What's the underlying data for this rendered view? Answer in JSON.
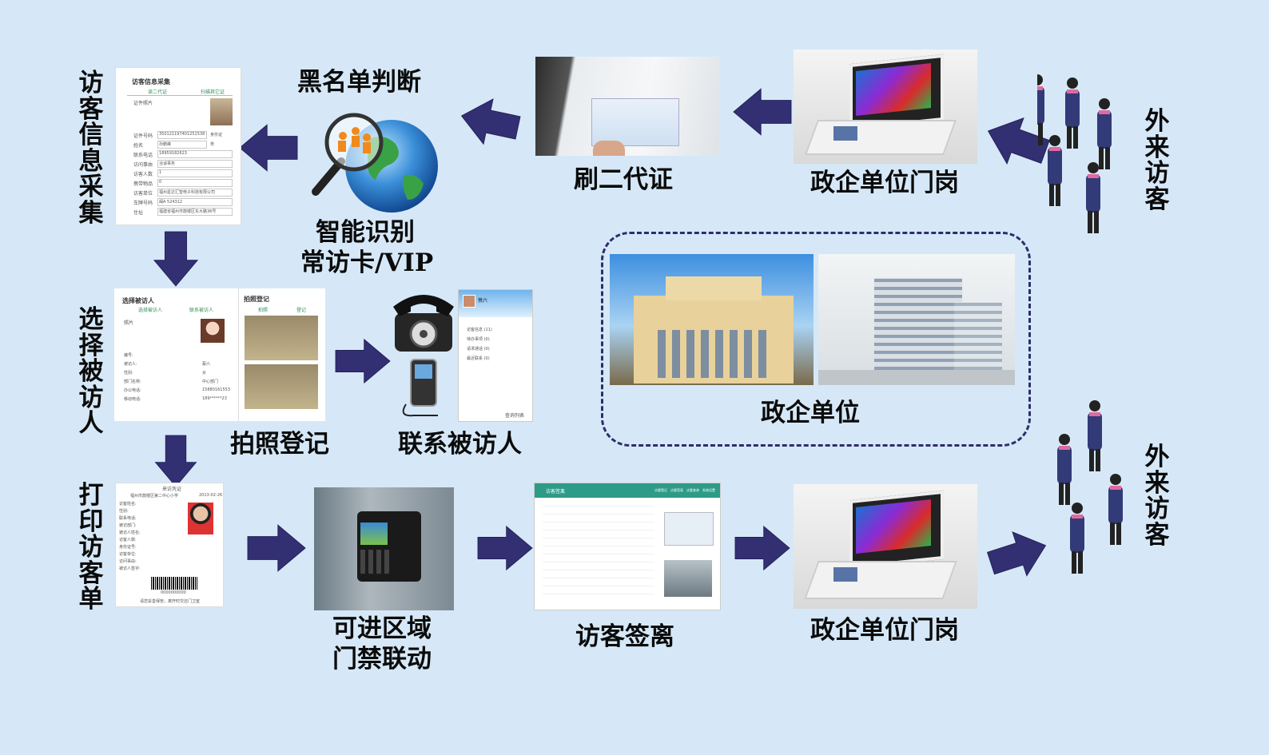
{
  "colors": {
    "background": "#d6e8f7",
    "arrow": "#332f73",
    "dashed_border": "#2e2c6c",
    "label_text": "#0b0b0b"
  },
  "labels": {
    "visitor_info": "访客信息采集",
    "blacklist": "黑名单判断",
    "smart_recognition": "智能识别",
    "vip_card": "常访卡/VIP",
    "swipe_id": "刷二代证",
    "gate_top": "政企单位门岗",
    "visitors_top": "外来访客",
    "select_host": "选择被访人",
    "photo_register": "拍照登记",
    "contact_host": "联系被访人",
    "gov_unit": "政企单位",
    "print_slip": "打印访客单",
    "access_zone_1": "可进区域",
    "access_zone_2": "门禁联动",
    "checkout": "访客签离",
    "gate_bottom": "政企单位门岗",
    "visitors_bottom": "外来访客"
  },
  "screens": {
    "visitor_form": {
      "title": "访客信息采集",
      "btn1": "读二代证",
      "btn2": "扫描其它证",
      "photo_label": "证件照片",
      "rows": [
        {
          "k": "证件号码",
          "v": "350121197401251538",
          "sel": "身份证"
        },
        {
          "k": "姓名",
          "v": "孙鹏峰",
          "sel": "男"
        },
        {
          "k": "联系电话",
          "v": "18959182623"
        },
        {
          "k": "访问事由",
          "v": "洽谈事务"
        },
        {
          "k": "访客人数",
          "v": "1"
        },
        {
          "k": "携带物品",
          "v": "0"
        },
        {
          "k": "访客单位",
          "v": "福州星达汇智电子科技有限公司"
        },
        {
          "k": "车牌号码",
          "v": "闽A 524312"
        },
        {
          "k": "住址",
          "v": "福建省福州市鼓楼区东大路36号"
        }
      ]
    },
    "select_host": {
      "title": "选择被访人",
      "btn1": "选择被访人",
      "btn2": "联系被访人",
      "photo_label": "照片",
      "rows": [
        {
          "k": "编号:",
          "v": ""
        },
        {
          "k": "被访人:",
          "v": "蔡六"
        },
        {
          "k": "性别:",
          "v": "女"
        },
        {
          "k": "部门名称:",
          "v": "中心部门"
        },
        {
          "k": "办公电话:",
          "v": "15880161553"
        },
        {
          "k": "移动电话:",
          "v": "189******23"
        }
      ],
      "photo_title": "拍照登记",
      "photo_btn1": "拍照",
      "photo_btn2": "登记"
    },
    "contact_app": {
      "name": "蔡六",
      "rows": [
        "访客信息 (11)",
        "待办事项 (0)",
        "请求通话 (0)",
        "最近联系 (0)"
      ],
      "footer": "查询列表"
    },
    "visitor_slip": {
      "title": "来访凭证",
      "unit": "福州市鼓楼区第二中心小学",
      "date": "2013-02-26",
      "rows": [
        "访客姓名:",
        "性别:",
        "联系电话:",
        "被访部门:",
        "被访人姓名:",
        "访客人数:",
        "身份证号:",
        "访客单位:",
        "访问事由:",
        "被访人签字:"
      ],
      "barcode_number": "0000000000",
      "footer": "请您妥善保管，离开时交还门卫室"
    },
    "checkout": {
      "header": "访客签离",
      "nav": [
        "访客登记",
        "访客签离",
        "访客查询",
        "系统设置"
      ]
    }
  }
}
